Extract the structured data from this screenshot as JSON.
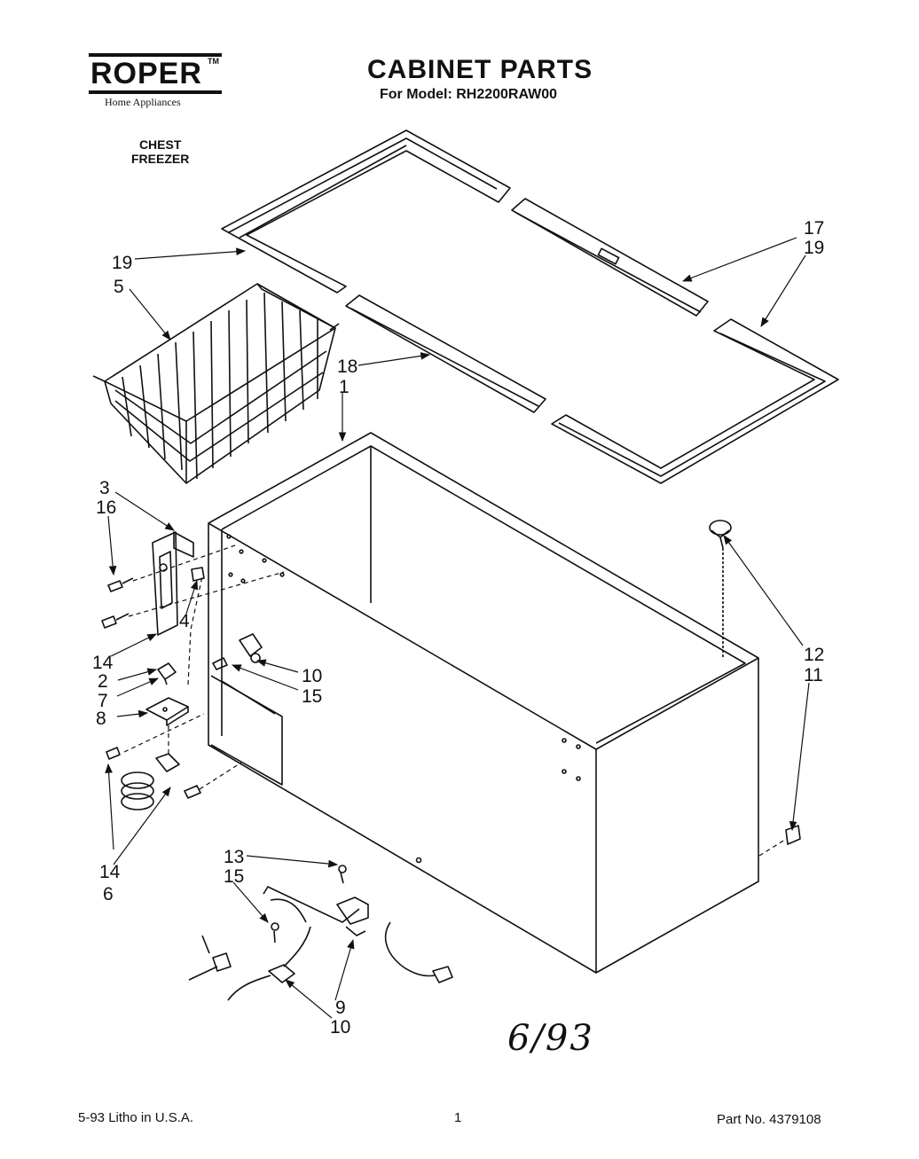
{
  "brand": {
    "name": "ROPER",
    "tm": "TM",
    "tagline": "Home Appliances"
  },
  "header": {
    "title": "CABINET PARTS",
    "subtitle": "For Model: RH2200RAW00"
  },
  "product": {
    "line1": "CHEST",
    "line2": "FREEZER"
  },
  "callouts": {
    "l19a": "19",
    "l5": "5",
    "l17": "17",
    "l19b": "19",
    "l18": "18",
    "l1": "1",
    "l3": "3",
    "l16": "16",
    "l4": "4",
    "l14a": "14",
    "l2": "2",
    "l7": "7",
    "l8": "8",
    "l10a": "10",
    "l15a": "15",
    "l12": "12",
    "l11": "11",
    "l14b": "14",
    "l6": "6",
    "l13": "13",
    "l15b": "15",
    "l9": "9",
    "l10b": "10"
  },
  "handwritten_note": "6/93",
  "footer": {
    "left": "5-93  Litho in U.S.A.",
    "center": "1",
    "right": "Part No. 4379108"
  }
}
